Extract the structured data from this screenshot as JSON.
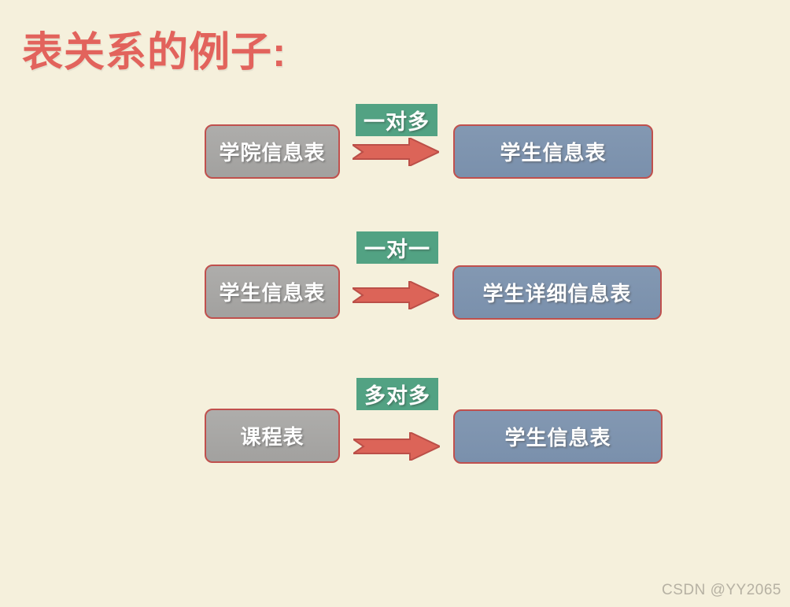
{
  "page": {
    "title": "表关系的例子:",
    "watermark": "CSDN @YY2065"
  },
  "colors": {
    "bg": "#f5f0dc",
    "title": "#e2635c",
    "box-border": "#c0504d",
    "gray-box": "#a8a7a5",
    "blue-box": "#7e93ae",
    "green-badge": "#52a283",
    "arrow-fill": "#dc6458",
    "arrow-border": "#bb4f48",
    "box-text": "#ffffff",
    "watermark": "#b6b1a3"
  },
  "diagram": {
    "rows": [
      {
        "left_label": "学院信息表",
        "relation_label": "一对多",
        "right_label": "学生信息表"
      },
      {
        "left_label": "学生信息表",
        "relation_label": "一对一",
        "right_label": "学生详细信息表"
      },
      {
        "left_label": "课程表",
        "relation_label": "多对多",
        "right_label": "学生信息表"
      }
    ]
  }
}
